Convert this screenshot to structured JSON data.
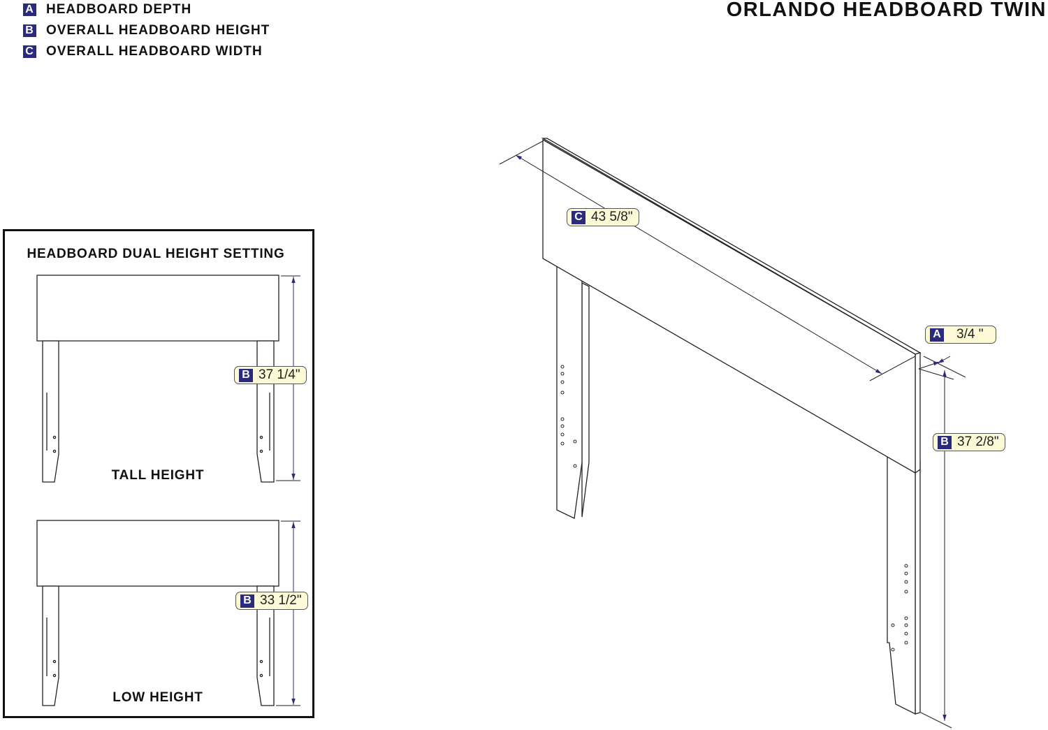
{
  "title": "ORLANDO HEADBOARD TWIN",
  "legend": [
    {
      "letter": "A",
      "label": "HEADBOARD DEPTH"
    },
    {
      "letter": "B",
      "label": "OVERALL HEADBOARD HEIGHT"
    },
    {
      "letter": "C",
      "label": "OVERALL HEADBOARD WIDTH"
    }
  ],
  "dual": {
    "title": "HEADBOARD DUAL HEIGHT SETTING",
    "tall": {
      "label": "TALL HEIGHT",
      "letter": "B",
      "value": "37 1/4\""
    },
    "low": {
      "label": "LOW HEIGHT",
      "letter": "B",
      "value": "33 1/2\""
    }
  },
  "main": {
    "width": {
      "letter": "C",
      "value": "43 5/8\""
    },
    "depth": {
      "letter": "A",
      "value": "3/4 \""
    },
    "height": {
      "letter": "B",
      "value": "37 2/8\""
    }
  },
  "colors": {
    "accent": "#2b2b7e",
    "badge_bg": "#fcf9d6"
  }
}
